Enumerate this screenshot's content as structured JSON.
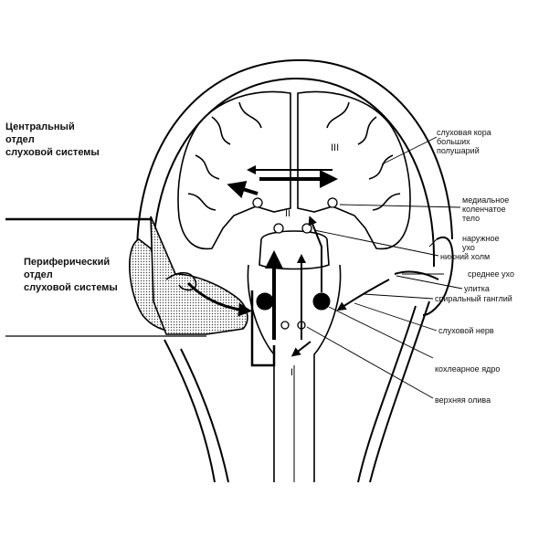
{
  "section_labels": {
    "central": "Центральный\nотдел\nслуховой системы",
    "peripheral": "Периферический\nотдел\nслуховой системы"
  },
  "structure_labels": {
    "auditory_cortex": "слуховая кора\nбольших\nполушарий",
    "medial_geniculate": "медиальное\nколенчатое\nтело",
    "outer_ear": "наружное\nухо",
    "inferior_colliculus": "нижний холм",
    "middle_ear": "среднее ухо",
    "cochlea": "улитка",
    "spiral_ganglion": "спиральный ганглий",
    "auditory_nerve": "слуховой нерв",
    "cochlear_nucleus": "кохлеарное ядро",
    "superior_olive": "верхняя олива"
  },
  "roman_numerals": {
    "r1": "I",
    "r2": "II",
    "r3": "III"
  }
}
